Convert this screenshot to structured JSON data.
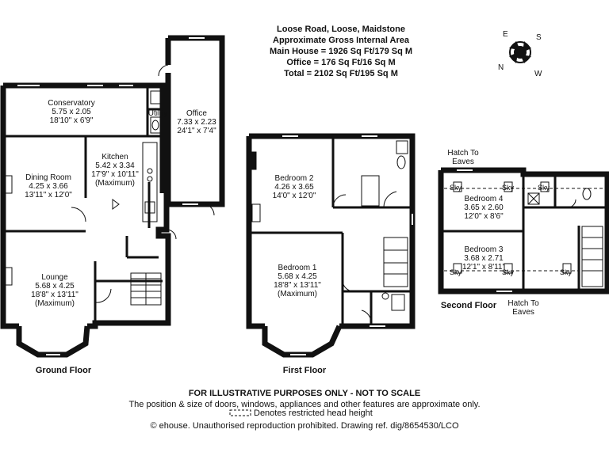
{
  "header": {
    "address": "Loose Road, Loose, Maidstone",
    "area_title": "Approximate Gross Internal Area",
    "main_house": "Main House = 1926 Sq Ft/179 Sq M",
    "office": "Office = 176 Sq Ft/16 Sq M",
    "total": "Total = 2102 Sq Ft/195 Sq M"
  },
  "compass": {
    "n": "N",
    "e": "E",
    "s": "S",
    "w": "W"
  },
  "rooms": {
    "conservatory": {
      "name": "Conservatory",
      "metric": "5.75 x 2.05",
      "imperial": "18'10\" x 6'9\""
    },
    "utility": {
      "name": "Utility"
    },
    "office": {
      "name": "Office",
      "metric": "7.33 x 2.23",
      "imperial": "24'1\" x 7'4\""
    },
    "dining": {
      "name": "Dining Room",
      "metric": "4.25 x 3.66",
      "imperial": "13'11\" x 12'0\""
    },
    "kitchen": {
      "name": "Kitchen",
      "metric": "5.42 x 3.34",
      "imperial": "17'9\" x 10'11\"",
      "note": "(Maximum)"
    },
    "lounge": {
      "name": "Lounge",
      "metric": "5.68 x 4.25",
      "imperial": "18'8\" x 13'11\"",
      "note": "(Maximum)"
    },
    "bedroom2": {
      "name": "Bedroom 2",
      "metric": "4.26 x 3.65",
      "imperial": "14'0\" x 12'0\""
    },
    "bedroom1": {
      "name": "Bedroom 1",
      "metric": "5.68 x 4.25",
      "imperial": "18'8\" x 13'11\"",
      "note": "(Maximum)"
    },
    "bedroom4": {
      "name": "Bedroom 4",
      "metric": "3.65 x 2.60",
      "imperial": "12'0\" x 8'6\""
    },
    "bedroom3": {
      "name": "Bedroom 3",
      "metric": "3.68 x 2.71",
      "imperial": "12'1\" x 8'11\""
    }
  },
  "annotations": {
    "hatch_top": "Hatch To\nEaves",
    "hatch_bottom": "Hatch To\nEaves",
    "sky": "Sky"
  },
  "floors": {
    "ground": "Ground Floor",
    "first": "First Floor",
    "second": "Second Floor"
  },
  "footer": {
    "line1": "FOR ILLUSTRATIVE PURPOSES ONLY - NOT TO SCALE",
    "line2": "The position & size of doors, windows, appliances and other features are approximate only.",
    "line3": "Denotes restricted head height",
    "line4": "© ehouse. Unauthorised reproduction prohibited. Drawing ref. dig/8654530/LCO"
  }
}
